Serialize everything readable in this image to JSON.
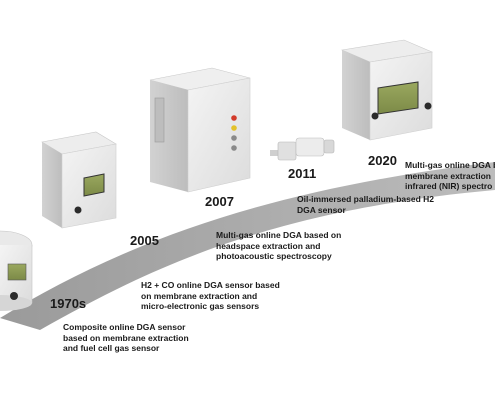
{
  "timeline": {
    "milestones": [
      {
        "year": "1970s",
        "lines": [
          "Composite online DGA sensor",
          "based on membrane extraction",
          "and fuel cell gas sensor"
        ]
      },
      {
        "year": "2005",
        "lines": [
          "H2 + CO online DGA sensor based",
          "on membrane extraction and",
          "micro-electronic gas sensors"
        ]
      },
      {
        "year": "2007",
        "lines": [
          "Multi-gas online DGA based on",
          "headspace extraction and",
          "photoacoustic spectroscopy"
        ]
      },
      {
        "year": "2011",
        "lines": [
          "Oil-immersed palladium-based H2",
          "DGA sensor"
        ]
      },
      {
        "year": "2020",
        "lines": [
          "Multi-gas online DGA b",
          "membrane extraction",
          "infrared (NIR) spectro"
        ]
      }
    ]
  },
  "colors": {
    "arc": "#a6a6a6",
    "device_body": "#e4e4e4",
    "device_shade": "#c9c9c9",
    "screen": "#8c9a55",
    "led_red": "#d23a2a",
    "led_yellow": "#e3c12a",
    "led_gray": "#8a8a8a"
  }
}
